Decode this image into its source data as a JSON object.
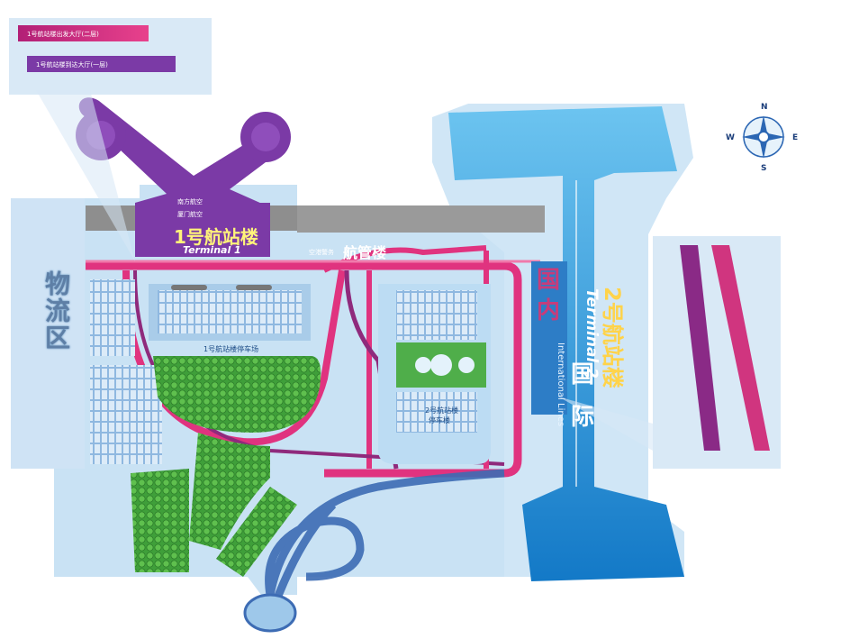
{
  "labels": {
    "logistics": "物流区",
    "t1_cn": "1号航站楼",
    "t1_en": "Terminal 1",
    "t1_airlines_top": "南方航空",
    "t1_airlines_bottom": "厦门航空",
    "atc_sub": "空港警务",
    "atc": "航管楼",
    "t1_parking": "1号航站楼停车场",
    "t2_parking_line1": "2号航站楼",
    "t2_parking_line2": "停车楼",
    "t2_cn": "2号航站楼",
    "t2_en": "Terminal 2",
    "intl_1": "国",
    "intl_2": "际",
    "intl_en": "International Lines",
    "domestic_1": "国",
    "domestic_2": "内",
    "inset_t1_upper": "1号航站楼出发大厅(二层)",
    "inset_t1_lower": "1号航站楼到达大厅(一层)"
  },
  "compass": {
    "n": "N",
    "s": "S",
    "e": "E",
    "w": "W"
  },
  "colors": {
    "background": "#ffffff",
    "ground": "#c5dff2",
    "road_pink": "#e0337f",
    "road_purple": "#8f2a7c",
    "terminal1": "#7b3aa6",
    "terminal2": "#1f8fd4",
    "green_area": "#3fa23c",
    "road_blue": "#3d6cb4"
  }
}
